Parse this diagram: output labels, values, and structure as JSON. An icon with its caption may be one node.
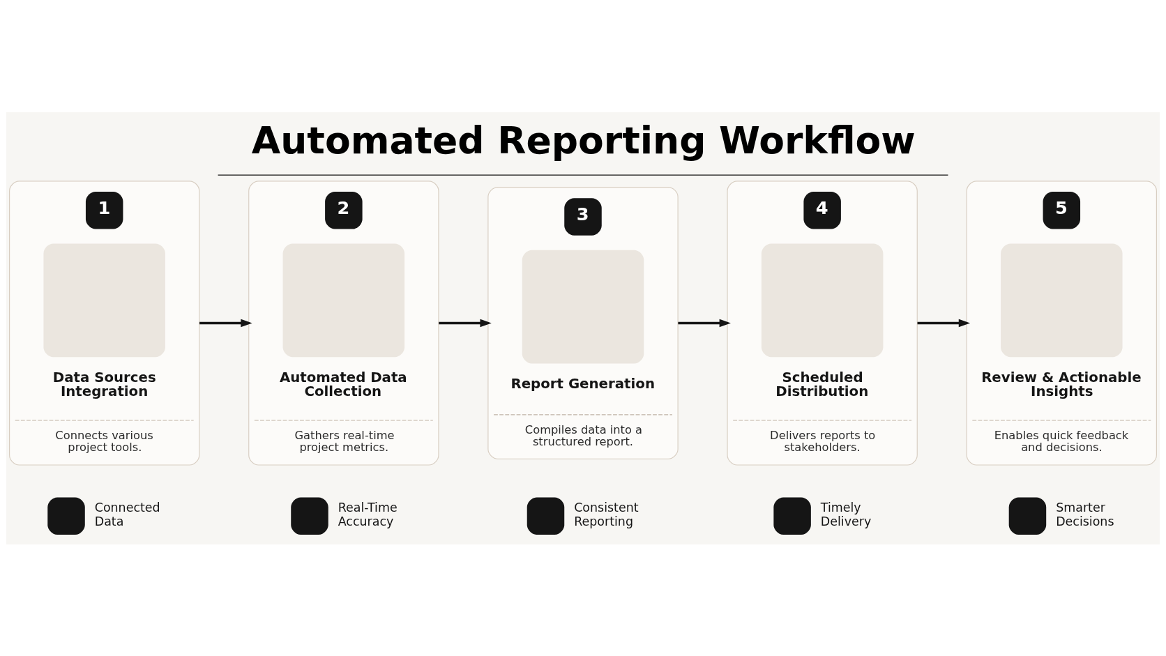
{
  "diagram": {
    "title": "Automated Reporting Workflow",
    "nodes": [
      {
        "text": [
          "1",
          "Data Sources Integration",
          "Connects various project tools."
        ]
      },
      {
        "text": [
          "2",
          "Automated Data Collection",
          "Gathers real-time project metrics."
        ]
      },
      {
        "text": [
          "3",
          "Report Generation",
          "Compiles data into a structured report."
        ]
      },
      {
        "text": [
          "4",
          "Scheduled Distribution",
          "Delivers reports to stakeholders."
        ]
      },
      {
        "text": [
          "5",
          "Review & Actionable Insights",
          "Enables quick feedback and decisions."
        ]
      }
    ],
    "edges": [
      {
        "from": 0,
        "to": 1,
        "arrow": "to"
      },
      {
        "from": 1,
        "to": 2,
        "arrow": "to"
      },
      {
        "from": 2,
        "to": 3,
        "arrow": "to"
      },
      {
        "from": 3,
        "to": 4,
        "arrow": "to"
      }
    ],
    "labels": [
      "Connected Data",
      "Real-Time Accuracy",
      "Consistent Reporting",
      "Timely Delivery",
      "Smarter Decisions"
    ]
  }
}
